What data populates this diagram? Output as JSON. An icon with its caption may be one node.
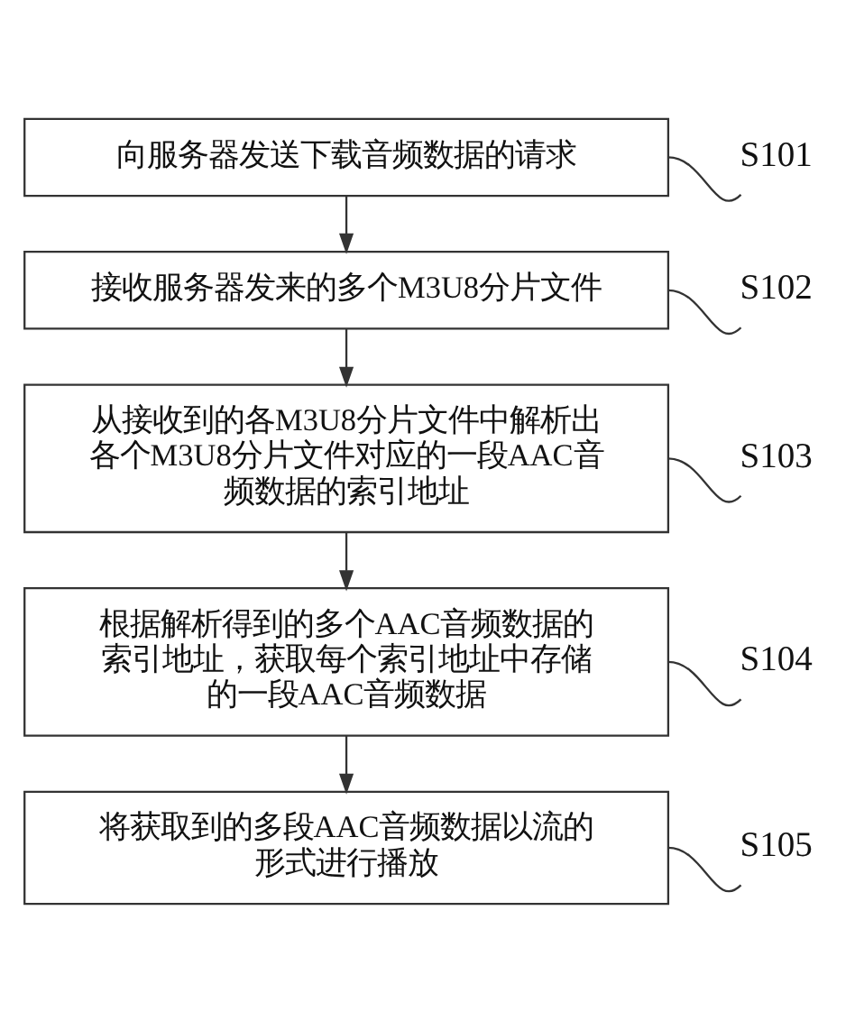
{
  "diagram": {
    "nodes": [
      {
        "text": [
          "向服务器发送下载音频数据的请求"
        ]
      },
      {
        "text": [
          "接收服务器发来的多个M3U8分片文件"
        ]
      },
      {
        "text": [
          "从接收到的各M3U8分片文件中解析出各个M3U8分片文件对应的一段AAC音频数据的索引地址"
        ]
      },
      {
        "text": [
          "根据解析得到的多个AAC音频数据的索引地址，获取每个索引地址中存储的一段AAC音频数据"
        ]
      },
      {
        "text": [
          "将获取到的多段AAC音频数据以流的形式进行播放"
        ]
      },
      {
        "text": [
          "S101"
        ]
      },
      {
        "text": [
          "S102"
        ]
      },
      {
        "text": [
          "S103"
        ]
      },
      {
        "text": [
          "S104"
        ]
      },
      {
        "text": [
          "S105"
        ]
      }
    ],
    "edges": [
      {
        "from": 0,
        "to": 1,
        "arrow": "to"
      },
      {
        "from": 1,
        "to": 2,
        "arrow": "to"
      },
      {
        "from": 2,
        "to": 3,
        "arrow": "to"
      },
      {
        "from": 3,
        "to": 4,
        "arrow": "to"
      },
      {
        "from": 5,
        "to": 0,
        "arrow": "none"
      },
      {
        "from": 6,
        "to": 1,
        "arrow": "none"
      },
      {
        "from": 7,
        "to": 2,
        "arrow": "none"
      },
      {
        "from": 8,
        "to": 3,
        "arrow": "none"
      },
      {
        "from": 9,
        "to": 4,
        "arrow": "none"
      }
    ]
  }
}
